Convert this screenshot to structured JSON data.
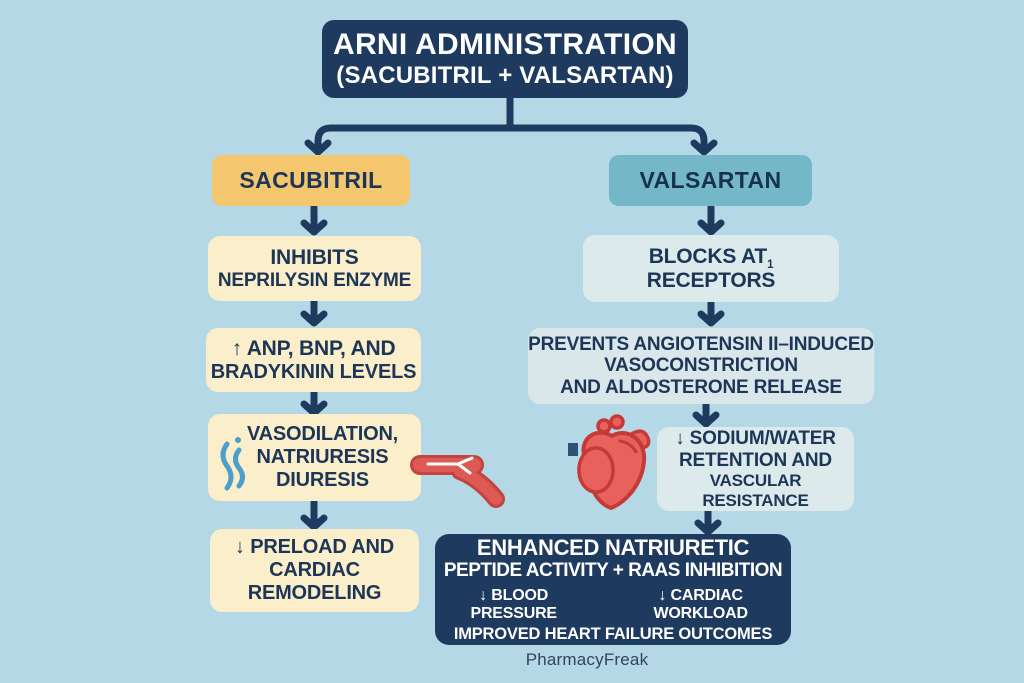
{
  "page": {
    "footer": "PharmacyFreak",
    "colors": {
      "background": "#b5d8e7",
      "navy": "#1e3a5e",
      "amber": "#f4c76e",
      "cream": "#faeecb",
      "teal": "#74b7c8",
      "pale_blue": "#dceaec",
      "arrow": "#1e3a5e",
      "heart_red": "#e8615d",
      "heart_outline": "#c53a36",
      "vessel_red": "#d8504d",
      "water_blue": "#4d9fca",
      "text_navy": "#1d3556",
      "white": "#ffffff"
    },
    "icons": {
      "water": "water-waves-icon",
      "vessel": "blood-vessel-icon",
      "heart": "anatomical-heart-icon"
    }
  },
  "title": {
    "line1": "ARNI ADMINISTRATION",
    "line2": "(SACUBITRIL + VALSARTAN)"
  },
  "left_column": {
    "header": "SACUBITRIL",
    "boxes": [
      {
        "lines": [
          "INHIBITS",
          "NEPRILYSIN ENZYME"
        ]
      },
      {
        "lines": [
          "↑ ANP, BNP, AND",
          "BRADYKININ LEVELS"
        ]
      },
      {
        "lines": [
          "VASODILATION,",
          "NATRIURESIS",
          "DIURESIS"
        ],
        "icon": "water-waves-icon"
      },
      {
        "lines": [
          "↓ PRELOAD AND",
          "CARDIAC",
          "REMODELING"
        ]
      }
    ]
  },
  "right_column": {
    "header": "VALSARTAN",
    "boxes": [
      {
        "lines": [
          "BLOCKS AT",
          "RECEPTORS"
        ],
        "sub": "1"
      },
      {
        "lines": [
          "PREVENTS ANGIOTENSIN II–INDUCED",
          "VASOCONSTRICTION",
          "AND ALDOSTERONE RELEASE"
        ]
      },
      {
        "lines": [
          "↓ SODIUM/WATER",
          "RETENTION AND",
          "VASCULAR RESISTANCE"
        ]
      }
    ]
  },
  "outcome": {
    "line1": "ENHANCED NATRIURETIC",
    "line2": "PEPTIDE ACTIVITY + RAAS INHIBITION",
    "sub_lines": [
      "↓ BLOOD PRESSURE",
      "↓ CARDIAC WORKLOAD"
    ],
    "final_line": "IMPROVED HEART FAILURE OUTCOMES"
  }
}
